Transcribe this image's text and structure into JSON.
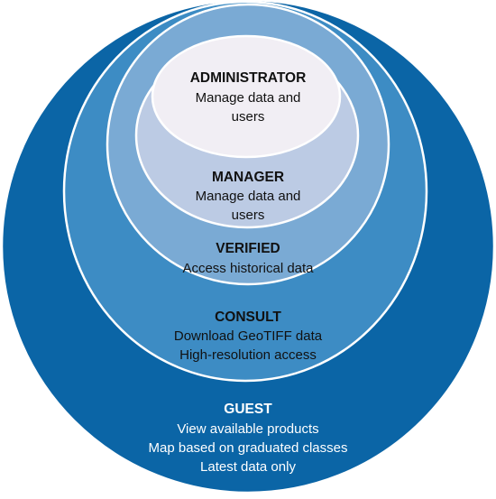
{
  "levels": [
    {
      "key": "guest",
      "title": "GUEST",
      "lines": [
        "View available products",
        "Map based on graduated classes",
        "Latest data only"
      ],
      "fill": "#0b65a6"
    },
    {
      "key": "consult",
      "title": "CONSULT",
      "lines": [
        "Download GeoTIFF data",
        "High-resolution access"
      ],
      "fill": "#3d8cc4"
    },
    {
      "key": "verified",
      "title": "VERIFIED",
      "lines": [
        "Access historical data"
      ],
      "fill": "#7aaad4"
    },
    {
      "key": "manager",
      "title": "MANAGER",
      "lines": [
        "Manage data and",
        "users"
      ],
      "fill": "#bccbe4"
    },
    {
      "key": "administrator",
      "title": "ADMINISTRATOR",
      "lines": [
        "Manage data and",
        "users"
      ],
      "fill": "#f1eef4"
    }
  ],
  "stroke": "#ffffff"
}
